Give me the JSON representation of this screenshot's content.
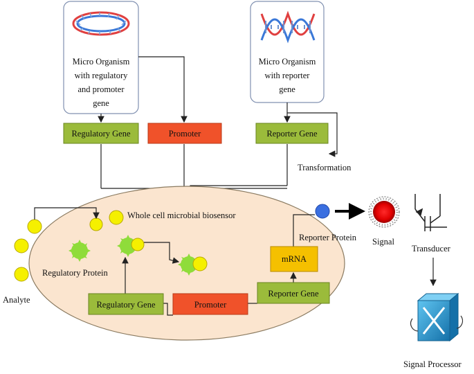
{
  "organism_regulatory": {
    "line1": "Micro Organism",
    "line2": "with regulatory",
    "line3": "and promoter",
    "line4": "gene"
  },
  "organism_reporter": {
    "line1": "Micro Organism",
    "line2": "with reporter",
    "line3": "gene"
  },
  "top_boxes": {
    "regulatory_gene": "Regulatory Gene",
    "promoter": "Promoter",
    "reporter_gene": "Reporter Gene"
  },
  "transformation_label": "Transformation",
  "cell": {
    "title": "Whole cell microbial biosensor",
    "regulatory_protein": "Regulatory Protein",
    "mrna": "mRNA",
    "regulatory_gene": "Regulatory Gene",
    "promoter": "Promoter",
    "reporter_gene": "Reporter Gene"
  },
  "analyte_label": "Analyte",
  "reporter_protein_label": "Reporter Protein",
  "signal_label": "Signal",
  "transducer_label": "Transducer",
  "signal_processor_label": "Signal Processor",
  "colors": {
    "green_box": "#9bbb3b",
    "red_box": "#f0522a",
    "orange_box": "#f5c000",
    "cell_fill": "#fbe5cf",
    "analyte_yellow": "#f5f000",
    "protein_green": "#8fdc3a",
    "reporter_blue": "#3a6fe0",
    "processor_blue": "#1f8fc8"
  }
}
